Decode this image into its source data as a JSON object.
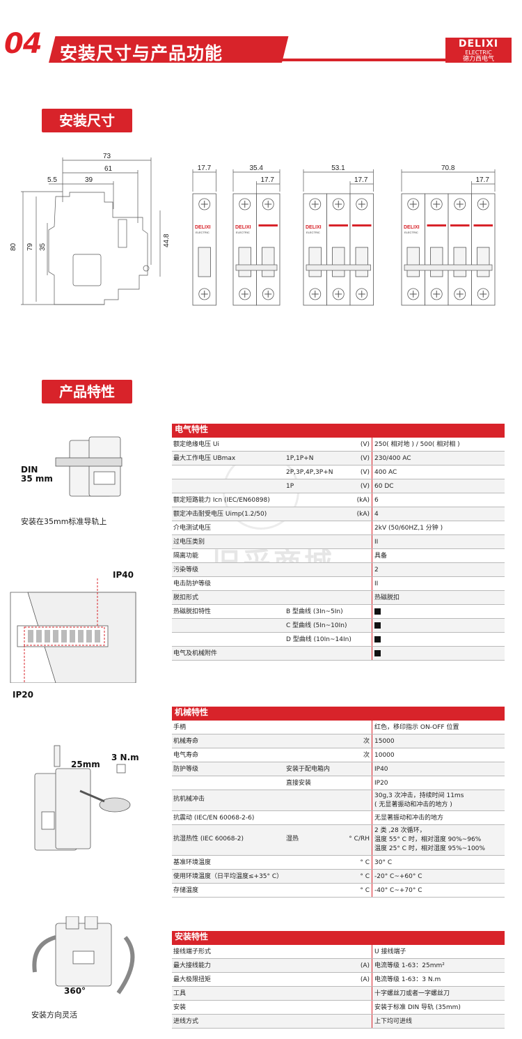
{
  "banner": {
    "number": "04",
    "title": "安装尺寸与产品功能",
    "brand_latin": "DELIXI",
    "brand_sub": "ELECTRIC",
    "brand_cn": "德力西电气"
  },
  "sections": {
    "install_size": "安装尺寸",
    "product_features": "产品特性"
  },
  "dimensions": {
    "side": [
      "73",
      "61",
      "39",
      "5.5",
      "80",
      "79",
      "35",
      "44.8"
    ],
    "front_widths": [
      "17.7",
      "35.4",
      "53.1",
      "70.8"
    ],
    "pole_width": "17.7",
    "front_label": "DELIXI",
    "front_sublabel": "ELECTRIC"
  },
  "captions": {
    "din_label": "DIN\n35 mm",
    "din_caption": "安装在35mm标准导轨上",
    "ip40": "IP40",
    "ip20": "IP20",
    "screw": "25mm",
    "torque": "3 N.m",
    "angle": "360°",
    "direction_caption": "安装方向灵活",
    "watermark": "旧采商城"
  },
  "electrical": {
    "title": "电气特性",
    "rows": [
      {
        "c1": "额定绝缘电压 Ui",
        "c2": "",
        "u": "(V)",
        "v": "250( 相对地 ) / 500( 相对相 )"
      },
      {
        "c1": "最大工作电压 UBmax",
        "c2": "1P,1P+N",
        "u": "(V)",
        "v": "230/400 AC"
      },
      {
        "c1": "",
        "c2": "2P,3P,4P,3P+N",
        "u": "(V)",
        "v": "400 AC"
      },
      {
        "c1": "",
        "c2": "1P",
        "u": "(V)",
        "v": "60 DC"
      },
      {
        "c1": "额定短路能力 Icn (IEC/EN60898)",
        "c2": "",
        "u": "(kA)",
        "v": "6"
      },
      {
        "c1": "额定冲击耐受电压 Uimp(1.2/50)",
        "c2": "",
        "u": "(kA)",
        "v": "4"
      },
      {
        "c1": "介电测试电压",
        "c2": "",
        "u": "",
        "v": "2kV (50/60HZ,1 分钟 )"
      },
      {
        "c1": "过电压类别",
        "c2": "",
        "u": "",
        "v": "II"
      },
      {
        "c1": "隔离功能",
        "c2": "",
        "u": "",
        "v": "具备"
      },
      {
        "c1": "污染等级",
        "c2": "",
        "u": "",
        "v": "2"
      },
      {
        "c1": "电击防护等级",
        "c2": "",
        "u": "",
        "v": "II"
      },
      {
        "c1": "脱扣形式",
        "c2": "",
        "u": "",
        "v": "热磁脱扣"
      },
      {
        "c1": "热磁脱扣特性",
        "c2": "B 型曲线 (3In~5In)",
        "u": "",
        "v": "■"
      },
      {
        "c1": "",
        "c2": "C 型曲线 (5In~10In)",
        "u": "",
        "v": "■"
      },
      {
        "c1": "",
        "c2": "D 型曲线 (10In~14In)",
        "u": "",
        "v": "■"
      },
      {
        "c1": "电气及机械附件",
        "c2": "",
        "u": "",
        "v": "■"
      }
    ]
  },
  "mechanical": {
    "title": "机械特性",
    "rows": [
      {
        "c1": "手柄",
        "c2": "",
        "u": "",
        "v": "红色，移印指示 ON-OFF 位置"
      },
      {
        "c1": "机械寿命",
        "c2": "",
        "u": "次",
        "v": "15000"
      },
      {
        "c1": "电气寿命",
        "c2": "",
        "u": "次",
        "v": "10000"
      },
      {
        "c1": "防护等级",
        "c2": "安装于配电箱内",
        "u": "",
        "v": "IP40"
      },
      {
        "c1": "",
        "c2": "直接安装",
        "u": "",
        "v": "IP20"
      },
      {
        "c1": "抗机械冲击",
        "c2": "",
        "u": "",
        "v": "30g,3 次冲击，持续时间 11ms\n( 无显著振动和冲击的地方 )",
        "tall": 1
      },
      {
        "c1": "抗震动 (IEC/EN 60068-2-6)",
        "c2": "",
        "u": "",
        "v": "无显著振动和冲击的地方"
      },
      {
        "c1": "抗湿热性 (IEC 60068-2)",
        "c2": "湿热",
        "u": "° C/RH",
        "v": "2 类 ,28 次循环，\n温度 55° C 时，相对湿度 90%~96%\n温度 25° C 时，相对湿度 95%~100%",
        "tall": 2
      },
      {
        "c1": "基准环境温度",
        "c2": "",
        "u": "° C",
        "v": "30° C"
      },
      {
        "c1": "使用环境温度（日平均温度≤+35° C）",
        "c2": "",
        "u": "° C",
        "v": "-20° C~+60° C"
      },
      {
        "c1": "存储温度",
        "c2": "",
        "u": "° C",
        "v": "-40° C~+70° C"
      }
    ]
  },
  "installation": {
    "title": "安装特性",
    "rows": [
      {
        "c1": "接线端子形式",
        "c2": "",
        "u": "",
        "v": "U 接线端子"
      },
      {
        "c1": "最大接线能力",
        "c2": "",
        "u": "(A)",
        "v": "电流等级 1-63：25mm²"
      },
      {
        "c1": "最大极限扭矩",
        "c2": "",
        "u": "(A)",
        "v": "电流等级 1-63：3 N.m"
      },
      {
        "c1": "工具",
        "c2": "",
        "u": "",
        "v": "十字螺丝刀或者一字螺丝刀"
      },
      {
        "c1": "安装",
        "c2": "",
        "u": "",
        "v": "安装于标准 DIN 导轨 (35mm)"
      },
      {
        "c1": "进线方式",
        "c2": "",
        "u": "",
        "v": "上下均可进线"
      }
    ]
  }
}
